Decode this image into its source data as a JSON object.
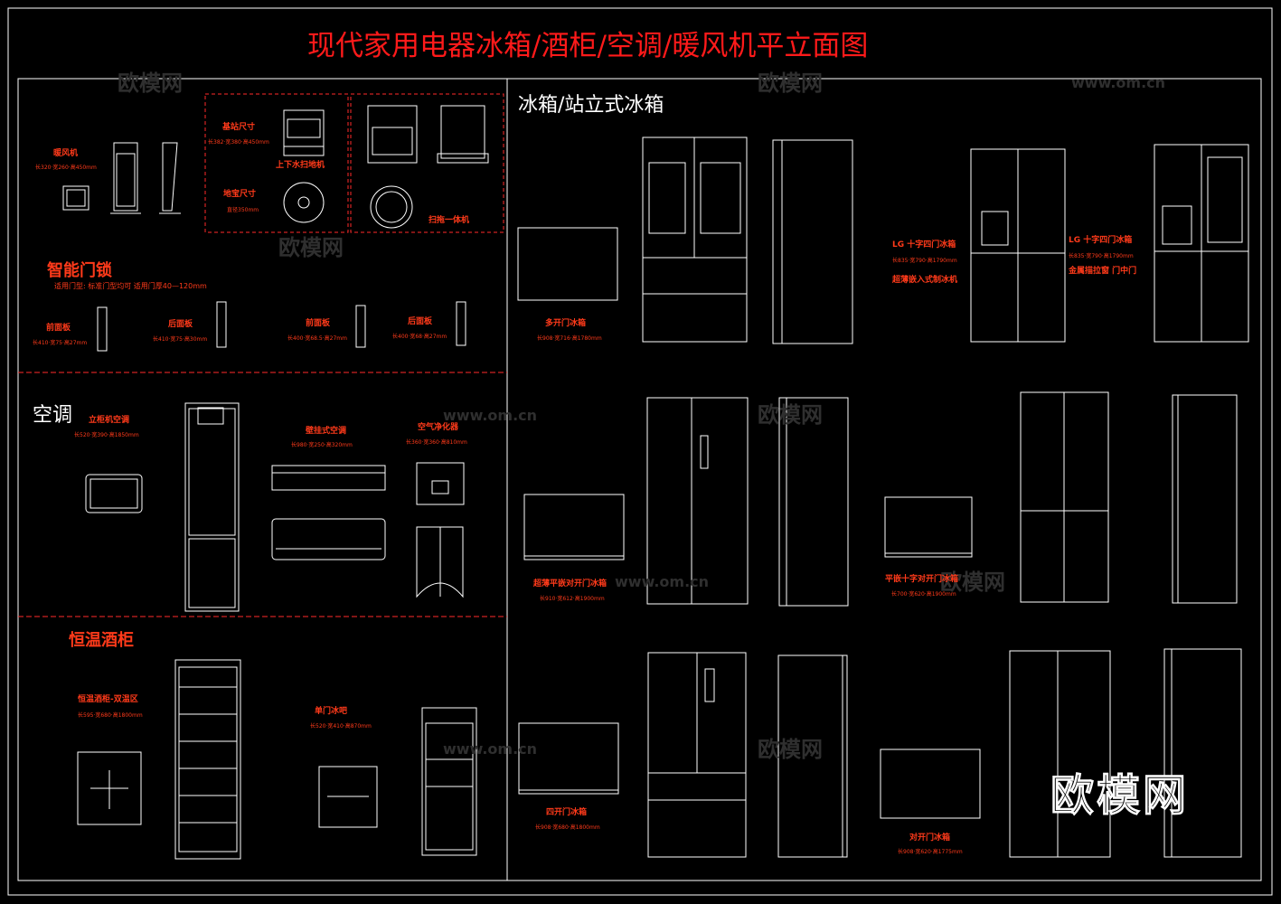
{
  "page_title": "现代家用电器冰箱/酒柜/空调/暖风机平立面图",
  "sections": {
    "fridge": "冰箱/站立式冰箱",
    "aircon": "空调",
    "lock": "智能门锁",
    "wine": "恒温酒柜"
  },
  "watermark": {
    "brand": "欧模网",
    "url": "www.om.cn"
  },
  "labels": {
    "heater": "暖风机",
    "heater_dim": "长320·宽260·高450mm",
    "base_size": "基站尺寸",
    "base_dim": "长382·宽380·高450mm",
    "robot_updown": "上下水扫地机",
    "robot_size": "地宝尺寸",
    "robot_dim": "直径350mm",
    "robot_combo": "扫拖一体机",
    "lock_note": "适用门型: 标准门型均可 适用门厚40—120mm",
    "lock_front1": "前面板",
    "lock_front1_dim": "长410·宽75·高27mm",
    "lock_back": "后面板",
    "lock_back_dim": "长410·宽75·高30mm",
    "lock_front2": "前面板",
    "lock_front2_dim": "长400·宽68.5·高27mm",
    "lock_back2": "后面板",
    "lock_back2_dim": "长400·宽68·高27mm",
    "ac_stand": "立柜机空调",
    "ac_stand_dim": "长520·宽390·高1850mm",
    "ac_wall": "壁挂式空调",
    "ac_wall_dim": "长980·宽250·高320mm",
    "air_purifier": "空气净化器",
    "air_purifier_dim": "长360·宽360·高810mm",
    "wine_dual": "恒温酒柜-双温区",
    "wine_dual_dim": "长595·宽680·高1800mm",
    "single_bar": "单门冰吧",
    "single_bar_dim": "长520·宽410·高870mm",
    "fridge_multi": "多开门冰箱",
    "fridge_multi_dim": "长908·宽716·高1780mm",
    "lg_cross": "LG 十字四门冰箱",
    "lg_cross_dim": "长835·宽790·高1790mm",
    "lg_cross_note": "超薄嵌入式制冰机",
    "lg_cross2": "LG 十字四门冰箱",
    "lg_cross2_dim": "长835·宽790·高1790mm",
    "lg_cross2_note": "金属描拉窗 门中门",
    "fridge_sbs_flat": "超薄平嵌对开门冰箱",
    "fridge_sbs_flat_dim": "长910·宽612·高1900mm",
    "fridge_flat_cross": "平嵌十字对开门冰箱",
    "fridge_flat_cross_dim": "长700·宽620·高1900mm",
    "fridge_four": "四开门冰箱",
    "fridge_four_dim": "长908·宽680·高1800mm",
    "fridge_sbs": "对开门冰箱",
    "fridge_sbs_dim": "长908·宽620·高1775mm"
  }
}
